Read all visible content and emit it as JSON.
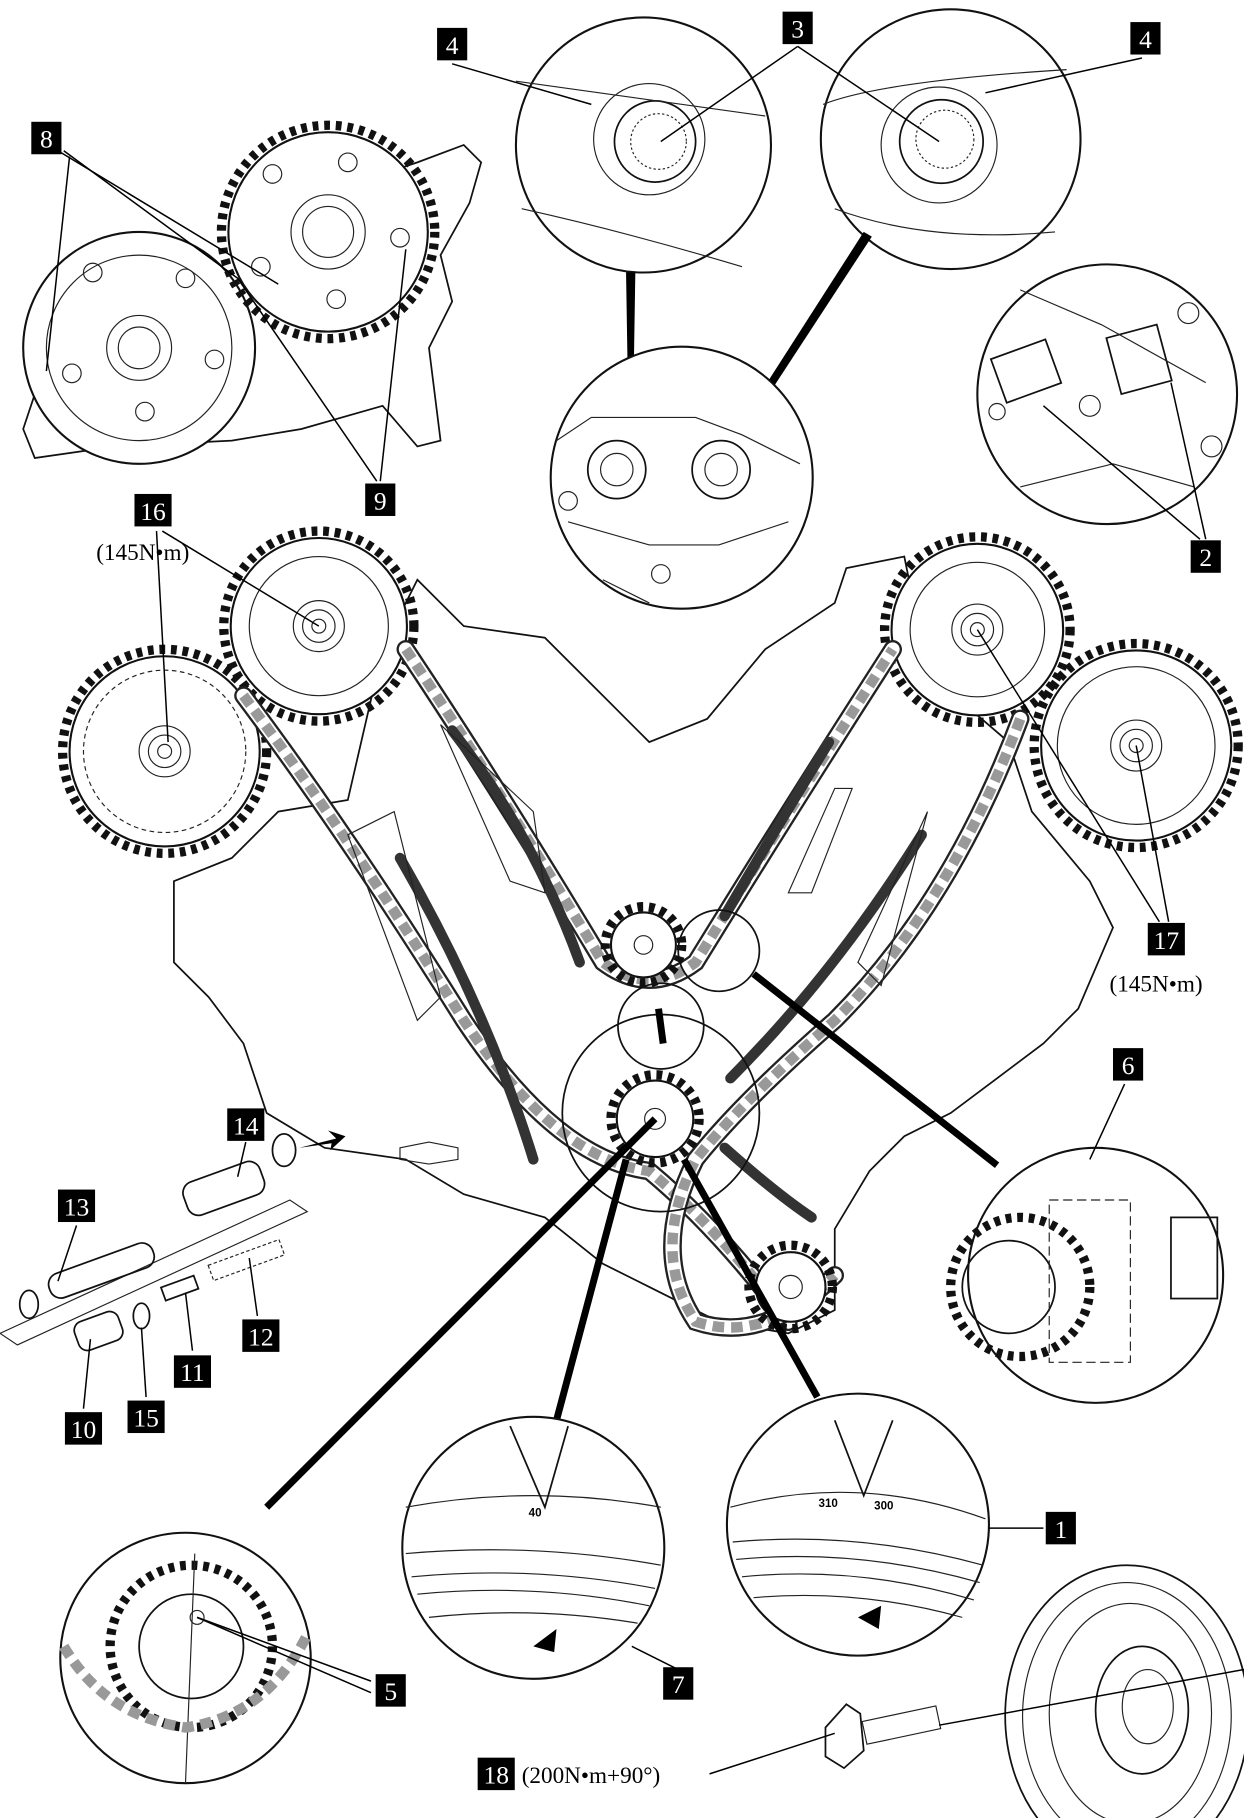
{
  "figure": {
    "callouts": {
      "c1": "1",
      "c2": "2",
      "c3": "3",
      "c4a": "4",
      "c4b": "4",
      "c5": "5",
      "c6": "6",
      "c7": "7",
      "c8": "8",
      "c9": "9",
      "c10": "10",
      "c11": "11",
      "c12": "12",
      "c13": "13",
      "c14": "14",
      "c15": "15",
      "c16": "16",
      "c17": "17",
      "c18": "18"
    },
    "torques": {
      "t16": "(145N•m)",
      "t17": "(145N•m)",
      "t18": "(200N•m+90°)"
    },
    "dial_marks": {
      "left_40": "40",
      "right_310": "310",
      "right_300": "300"
    }
  }
}
